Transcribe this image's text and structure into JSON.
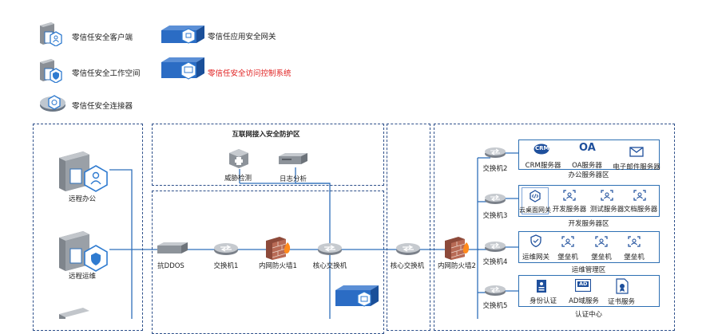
{
  "legend": {
    "client": "零信任安全客户端",
    "workspace": "零信任安全工作空间",
    "connector": "零信任安全连接器",
    "app_gateway": "零信任应用安全网关",
    "access_control": "零信任安全访问控制系统"
  },
  "zones": {
    "internet_protection": {
      "title": "互联网接入安全防护区",
      "threat": "威胁检测",
      "log": "日志分析"
    }
  },
  "remote": {
    "office": "远程办公",
    "ops": "远程运维"
  },
  "chain": {
    "anti_ddos": "抗DDOS",
    "switch1": "交换机1",
    "firewall1": "内网防火墙1",
    "core_left": "核心交换机",
    "core_right": "核心交换机",
    "firewall2": "内网防火墙2"
  },
  "switches": {
    "s2": "交换机2",
    "s3": "交换机3",
    "s4": "交换机4",
    "s5": "交换机5"
  },
  "office_area": {
    "name": "办公服务器区",
    "crm_logo": "CRM",
    "crm": "CRM服务器",
    "oa_logo": "OA",
    "oa": "OA服务器",
    "mail": "电子邮件服务器"
  },
  "dev_area": {
    "name": "开发服务器区",
    "cloud_gw": "云桌面网关",
    "dev": "开发服务器",
    "test": "测试服务器",
    "doc": "文档服务器"
  },
  "ops_area": {
    "name": "运维管理区",
    "ops_gw": "运维网关",
    "bastion1": "堡垒机",
    "bastion2": "堡垒机",
    "bastion3": "堡垒机"
  },
  "auth_area": {
    "name": "认证中心",
    "id": "身份认证",
    "ad_logo": "AD",
    "ad": "AD域服务",
    "cert": "证书服务"
  },
  "colors": {
    "zone_border": "#2d4f8a",
    "wire": "#2f6fba",
    "accent_red": "#e02020",
    "gateway_blue": "#2b6cc4"
  }
}
